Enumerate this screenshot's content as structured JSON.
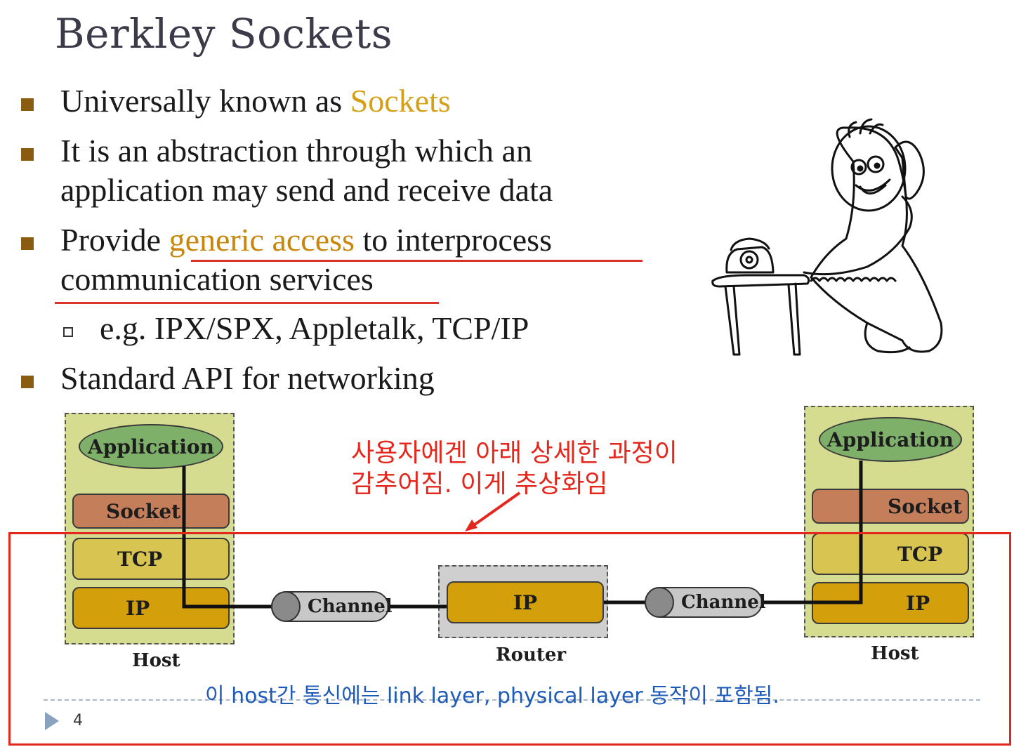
{
  "slide": {
    "title": "Berkley Sockets",
    "page_number": "4"
  },
  "bullets": {
    "b1_prefix": "Universally known as ",
    "b1_highlight": "Sockets",
    "b2_line1": "It is an abstraction through which an",
    "b2_line2": "application may send and receive data",
    "b3_prefix": "Provide ",
    "b3_highlight": "generic access",
    "b3_suffix": " to interprocess",
    "b3_line2": "communication services",
    "sub1": "e.g. IPX/SPX, Appletalk, TCP/IP",
    "b4": "Standard API for networking"
  },
  "diagram": {
    "left_host": {
      "application": "Application",
      "socket": "Socket",
      "tcp": "TCP",
      "ip": "IP",
      "label": "Host"
    },
    "channel_left": "Channel",
    "router": {
      "ip": "IP",
      "label": "Router"
    },
    "channel_right": "Channel",
    "right_host": {
      "application": "Application",
      "socket": "Socket",
      "tcp": "TCP",
      "ip": "IP",
      "label": "Host"
    }
  },
  "annotations": {
    "red_line1": "사용자에겐 아래 상세한 과정이",
    "red_line2": "감추어짐. 이게 추상화임",
    "blue_note": "이 host간 통신에는 link layer, physical layer 동작이 포함됨."
  },
  "colors": {
    "bullet_square": "#8a5c12",
    "highlight_yellow": "#d4a017",
    "highlight_orange": "#c8860a",
    "annotation_red": "#e4271c",
    "annotation_blue": "#1e5bb8",
    "host_bg": "#d6dc8f",
    "application": "#7fb06a",
    "socket": "#c47f5a",
    "tcp": "#d8c450",
    "ip": "#d3a00c",
    "channel": "#c8c8c8"
  }
}
